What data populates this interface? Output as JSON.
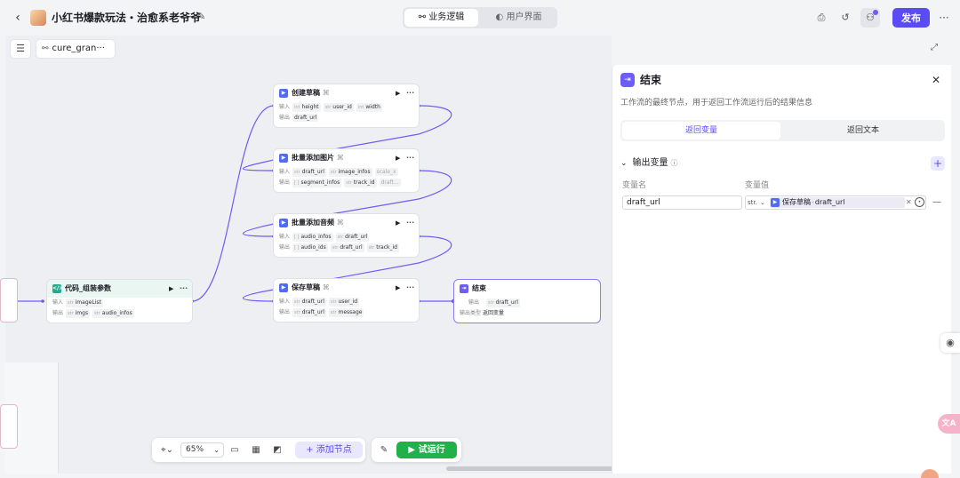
{
  "app": {
    "title": "小红书爆款玩法・治愈系老爷爷",
    "tabs": [
      {
        "label": "业务逻辑",
        "active": true
      },
      {
        "label": "用户界面",
        "active": false
      }
    ],
    "publish_label": "发布"
  },
  "canvas": {
    "workflow_name": "cure_gran···",
    "zoom": "65%",
    "add_node_label": "添加节点",
    "test_run_label": "试运行"
  },
  "nodes": {
    "create_draft": {
      "title": "创建草稿",
      "inputs_label": "输入",
      "outputs_label": "输出",
      "inputs": [
        "height",
        "user_id",
        "width"
      ],
      "outputs": [
        "draft_url"
      ]
    },
    "add_images": {
      "title": "批量添加图片",
      "inputs_label": "输入",
      "outputs_label": "输出",
      "inputs": [
        "draft_url",
        "image_infos",
        "scale_x"
      ],
      "outputs": [
        "segment_infos",
        "track_id",
        "draft..."
      ]
    },
    "add_audio": {
      "title": "批量添加音频",
      "inputs_label": "输入",
      "outputs_label": "输出",
      "inputs": [
        "audio_infos",
        "draft_url"
      ],
      "outputs": [
        "audio_ids",
        "draft_url",
        "track_id"
      ]
    },
    "save_draft": {
      "title": "保存草稿",
      "inputs_label": "输入",
      "outputs_label": "输出",
      "inputs": [
        "draft_url",
        "user_id"
      ],
      "outputs": [
        "draft_url",
        "message"
      ]
    },
    "code": {
      "title": "代码_组装参数",
      "inputs_label": "输入",
      "outputs_label": "输出",
      "inputs": [
        "imageList"
      ],
      "outputs": [
        "imgs",
        "audio_infos"
      ]
    },
    "end": {
      "title": "结束",
      "outputs_label": "输出",
      "outputs": [
        "draft_url"
      ],
      "return_type_label": "输出类型",
      "return_type": "返回变量"
    }
  },
  "side_panel": {
    "title": "结束",
    "description": "工作流的最终节点，用于返回工作流运行后的结果信息",
    "tabs": [
      {
        "label": "返回变量",
        "active": true
      },
      {
        "label": "返回文本",
        "active": false
      }
    ],
    "section_title": "输出变量",
    "col_name_label": "变量名",
    "col_value_label": "变量值",
    "variables": [
      {
        "name": "draft_url",
        "type": "str.",
        "ref_node": "保存草稿",
        "ref_field": "draft_url"
      }
    ]
  },
  "floating": {
    "translate_label": "文A"
  },
  "colors": {
    "accent": "#5b4bf5",
    "wire": "#6d5cf5",
    "run_green": "#22b04b",
    "plugin_blue": "#4f6cf7",
    "code_green": "#23a98b"
  }
}
